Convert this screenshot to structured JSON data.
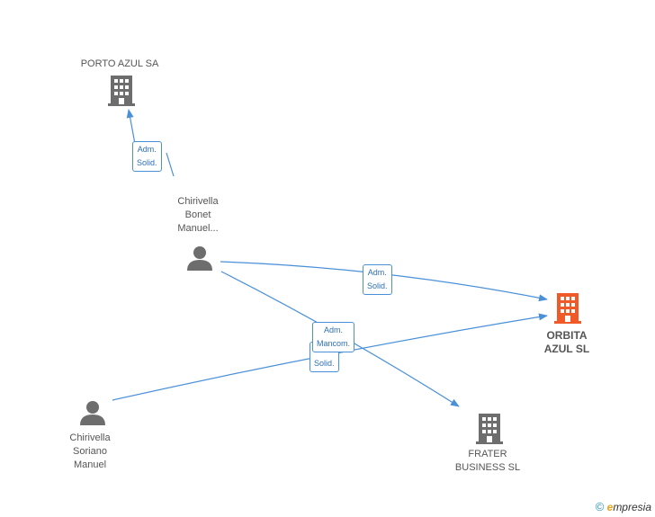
{
  "nodes": {
    "porto_azul": "PORTO AZUL SA",
    "chirivella_bonet": "Chirivella\nBonet\nManuel...",
    "orbita_azul": "ORBITA\nAZUL SL",
    "chirivella_soriano": "Chirivella\nSoriano\nManuel",
    "frater": "FRATER\nBUSINESS SL"
  },
  "edges": {
    "adm_solid_top": "Adm.\nSolid.",
    "adm_solid_right": "Adm.\nSolid.",
    "adm_solid_mid": "Adm.\nSolid.",
    "adm_mancom": "Adm.\nMancom."
  },
  "brand": {
    "copyright": "©",
    "initial": "e",
    "name": "mpresia"
  },
  "colors": {
    "edge": "#4a90d9",
    "company": "#6d6d6d",
    "focus_company": "#f05a28",
    "person": "#6d6d6d"
  }
}
